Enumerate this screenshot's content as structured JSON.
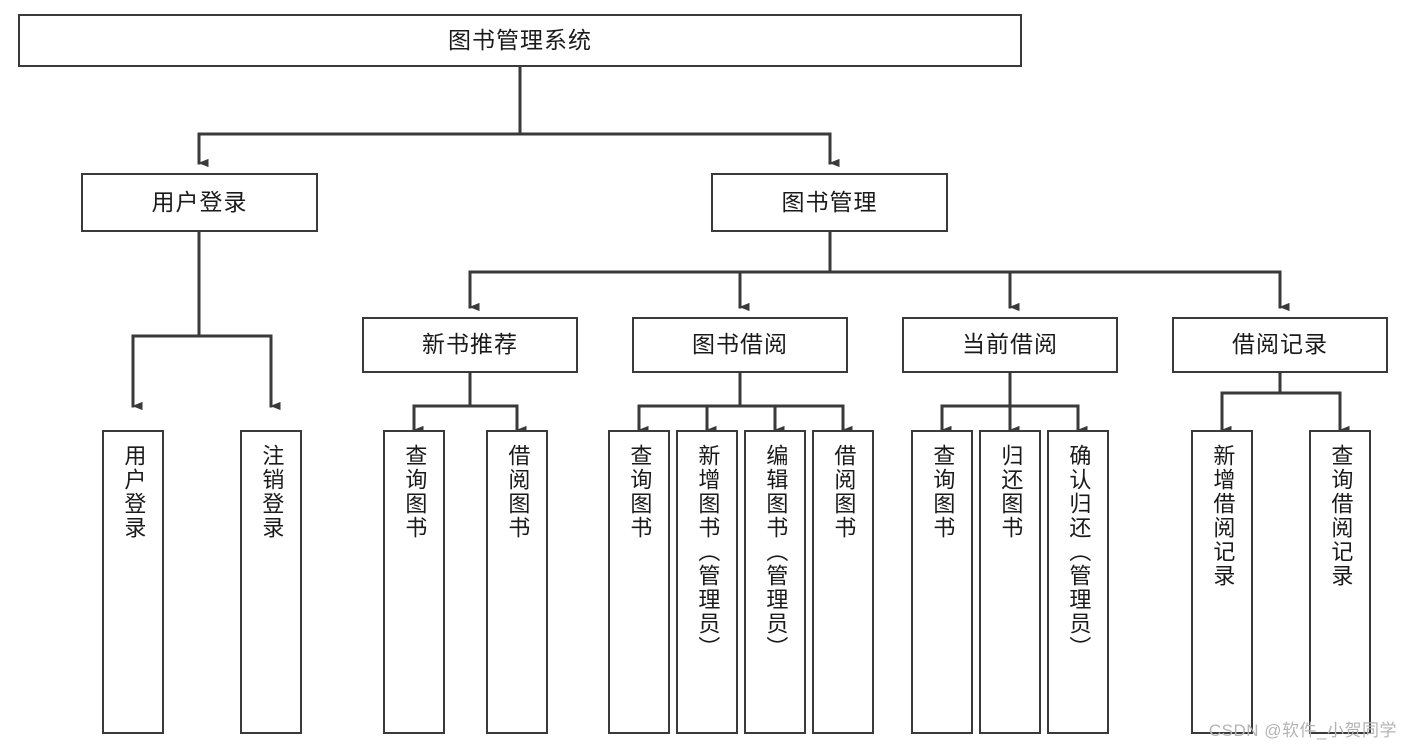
{
  "diagram": {
    "title": "图书管理系统",
    "type": "tree-hierarchy-chart",
    "stroke_color": "#3a3a3a",
    "fill_color": "#ffffff",
    "text_color": "#1a1a1a"
  },
  "nodes": {
    "root": {
      "label": "图书管理系统"
    },
    "level2": [
      {
        "label": "用户登录"
      },
      {
        "label": "图书管理"
      }
    ],
    "level3": [
      {
        "label": "新书推荐"
      },
      {
        "label": "图书借阅"
      },
      {
        "label": "当前借阅"
      },
      {
        "label": "借阅记录"
      }
    ],
    "leaves": {
      "user_login": [
        {
          "label": "用户登录"
        },
        {
          "label": "注销登录"
        }
      ],
      "new_book_recommend": [
        {
          "label": "查询图书"
        },
        {
          "label": "借阅图书"
        }
      ],
      "book_borrow": [
        {
          "label": "查询图书"
        },
        {
          "label": "新增图书（管理员）"
        },
        {
          "label": "编辑图书（管理员）"
        },
        {
          "label": "借阅图书"
        }
      ],
      "current_borrow": [
        {
          "label": "查询图书"
        },
        {
          "label": "归还图书"
        },
        {
          "label": "确认归还（管理员）"
        }
      ],
      "borrow_record": [
        {
          "label": "新增借阅记录"
        },
        {
          "label": "查询借阅记录"
        }
      ]
    }
  },
  "watermark": {
    "text": "CSDN @软件_小贺同学"
  }
}
